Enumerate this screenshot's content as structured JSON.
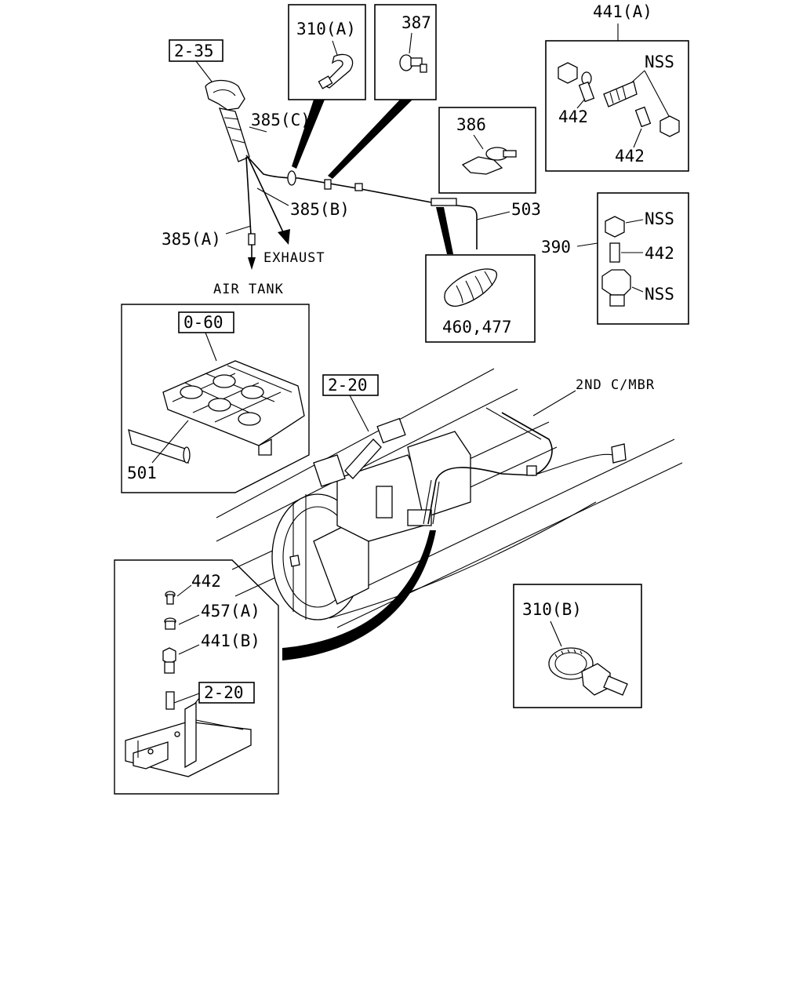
{
  "diagram": {
    "refs": {
      "ref_2_35": "2-35",
      "ref_0_60": "0-60",
      "ref_2_20_main": "2-20",
      "ref_2_20_inset": "2-20"
    },
    "labels": {
      "p310a": "310(A)",
      "p387": "387",
      "p441a": "441(A)",
      "p441a_nss": "NSS",
      "p441a_442_left": "442",
      "p441a_442_right": "442",
      "p386": "386",
      "p385c": "385(C)",
      "p385b": "385(B)",
      "p385a": "385(A)",
      "exhaust": "EXHAUST",
      "air_tank": "AIR TANK",
      "p503": "503",
      "p390": "390",
      "p390_nss_top": "NSS",
      "p390_442": "442",
      "p390_nss_bottom": "NSS",
      "p460_477": "460,477",
      "p501": "501",
      "cross_member": "2ND C/MBR",
      "inset_442": "442",
      "inset_457a": "457(A)",
      "inset_441b": "441(B)",
      "p310b": "310(B)"
    }
  }
}
